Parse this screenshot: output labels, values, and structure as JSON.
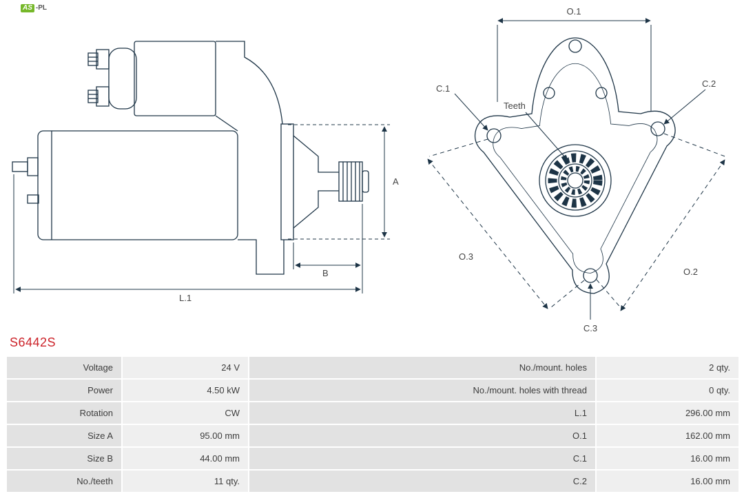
{
  "brand": {
    "as": "AS",
    "pl": "-PL"
  },
  "part_number": "S6442S",
  "diagram": {
    "side_view": {
      "dim_a": "A",
      "dim_b": "B",
      "dim_l1": "L.1"
    },
    "front_view": {
      "dim_o1": "O.1",
      "dim_o2": "O.2",
      "dim_o3": "O.3",
      "dim_c1": "C.1",
      "dim_c2": "C.2",
      "dim_c3": "C.3",
      "teeth": "Teeth"
    }
  },
  "colors": {
    "part_number_red": "#cc2229",
    "drawing_line": "#1d3446",
    "table_label_bg": "#e2e2e2",
    "table_value_bg": "#efefef"
  },
  "table": {
    "rows": [
      {
        "label_left": "Voltage",
        "value_left": "24 V",
        "label_right": "No./mount. holes",
        "value_right": "2 qty."
      },
      {
        "label_left": "Power",
        "value_left": "4.50 kW",
        "label_right": "No./mount. holes with thread",
        "value_right": "0 qty."
      },
      {
        "label_left": "Rotation",
        "value_left": "CW",
        "label_right": "L.1",
        "value_right": "296.00 mm"
      },
      {
        "label_left": "Size A",
        "value_left": "95.00 mm",
        "label_right": "O.1",
        "value_right": "162.00 mm"
      },
      {
        "label_left": "Size B",
        "value_left": "44.00 mm",
        "label_right": "C.1",
        "value_right": "16.00 mm"
      },
      {
        "label_left": "No./teeth",
        "value_left": "11 qty.",
        "label_right": "C.2",
        "value_right": "16.00 mm"
      }
    ]
  }
}
